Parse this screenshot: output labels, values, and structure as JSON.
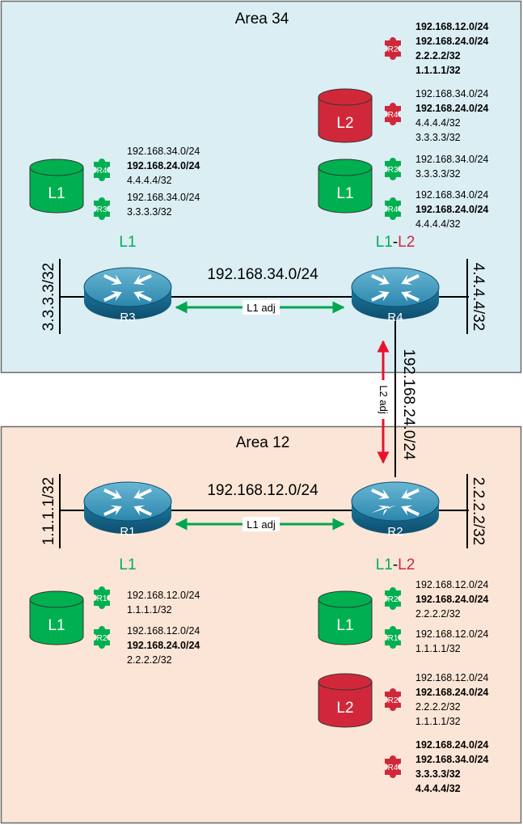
{
  "areas": {
    "area34": {
      "label": "Area 34"
    },
    "area12": {
      "label": "Area 12"
    }
  },
  "routers": {
    "r1": {
      "label": "R1",
      "level": "L1",
      "loopback": "1.1.1.1/32"
    },
    "r2": {
      "label": "R2",
      "level_l1": "L1",
      "level_sep": "-",
      "level_l2": "L2",
      "loopback": "2.2.2.2/32"
    },
    "r3": {
      "label": "R3",
      "level": "L1",
      "loopback": "3.3.3.3/32"
    },
    "r4": {
      "label": "R4",
      "level_l1": "L1",
      "level_sep": "-",
      "level_l2": "L2",
      "loopback": "4.4.4.4/32"
    }
  },
  "links": {
    "r3_r4": {
      "subnet": "192.168.34.0/24",
      "adjacency": "L1 adj"
    },
    "r1_r2": {
      "subnet": "192.168.12.0/24",
      "adjacency": "L1 adj"
    },
    "r4_r2": {
      "subnet": "192.168.24.0/24",
      "adjacency": "L2 adj"
    }
  },
  "databases": {
    "r3_l1": {
      "label": "L1",
      "lsps": [
        {
          "router": "R4",
          "entries": [
            {
              "text": "192.168.34.0/24",
              "bold": false
            },
            {
              "text": "192.168.24.0/24",
              "bold": true
            },
            {
              "text": "4.4.4.4/32",
              "bold": false
            }
          ]
        },
        {
          "router": "R3",
          "entries": [
            {
              "text": "192.168.34.0/24",
              "bold": false
            },
            {
              "text": "3.3.3.3/32",
              "bold": false
            }
          ]
        }
      ]
    },
    "r4_l2": {
      "label": "L2",
      "lsps": [
        {
          "router": "R2",
          "entries": [
            {
              "text": "192.168.12.0/24",
              "bold": true
            },
            {
              "text": "192.168.24.0/24",
              "bold": true
            },
            {
              "text": "2.2.2.2/32",
              "bold": true
            },
            {
              "text": "1.1.1.1/32",
              "bold": true
            }
          ]
        },
        {
          "router": "R4",
          "entries": [
            {
              "text": "192.168.34.0/24",
              "bold": false
            },
            {
              "text": "192.168.24.0/24",
              "bold": true
            },
            {
              "text": "4.4.4.4/32",
              "bold": false
            },
            {
              "text": "3.3.3.3/32",
              "bold": false
            }
          ]
        }
      ]
    },
    "r4_l1": {
      "label": "L1",
      "lsps": [
        {
          "router": "R3",
          "entries": [
            {
              "text": "192.168.34.0/24",
              "bold": false
            },
            {
              "text": "3.3.3.3/32",
              "bold": false
            }
          ]
        },
        {
          "router": "R4",
          "entries": [
            {
              "text": "192.168.34.0/24",
              "bold": false
            },
            {
              "text": "192.168.24.0/24",
              "bold": true
            },
            {
              "text": "4.4.4.4/32",
              "bold": false
            }
          ]
        }
      ]
    },
    "r1_l1": {
      "label": "L1",
      "lsps": [
        {
          "router": "R1",
          "entries": [
            {
              "text": "192.168.12.0/24",
              "bold": false
            },
            {
              "text": "1.1.1.1/32",
              "bold": false
            }
          ]
        },
        {
          "router": "R2",
          "entries": [
            {
              "text": "192.168.12.0/24",
              "bold": false
            },
            {
              "text": "192.168.24.0/24",
              "bold": true
            },
            {
              "text": "2.2.2.2/32",
              "bold": false
            }
          ]
        }
      ]
    },
    "r2_l1": {
      "label": "L1",
      "lsps": [
        {
          "router": "R2",
          "entries": [
            {
              "text": "192.168.12.0/24",
              "bold": false
            },
            {
              "text": "192.168.24.0/24",
              "bold": true
            },
            {
              "text": "2.2.2.2/32",
              "bold": false
            }
          ]
        },
        {
          "router": "R1",
          "entries": [
            {
              "text": "192.168.12.0/24",
              "bold": false
            },
            {
              "text": "1.1.1.1/32",
              "bold": false
            }
          ]
        }
      ]
    },
    "r2_l2": {
      "label": "L2",
      "lsps": [
        {
          "router": "R2",
          "entries": [
            {
              "text": "192.168.12.0/24",
              "bold": false
            },
            {
              "text": "192.168.24.0/24",
              "bold": true
            },
            {
              "text": "2.2.2.2/32",
              "bold": false
            },
            {
              "text": "1.1.1.1/32",
              "bold": false
            }
          ]
        },
        {
          "router": "R4",
          "entries": [
            {
              "text": "192.168.24.0/24",
              "bold": true
            },
            {
              "text": "192.168.34.0/24",
              "bold": true
            },
            {
              "text": "3.3.3.3/32",
              "bold": true
            },
            {
              "text": "4.4.4.4/32",
              "bold": true
            }
          ]
        }
      ]
    }
  },
  "colors": {
    "area34_fill": "#dbeef4",
    "area12_fill": "#fbe5d6",
    "l1_green": "#00b050",
    "l2_red": "#d0283a",
    "adj_green": "#00a650",
    "adj_red": "#e8132b",
    "router_blue": "#1b6f94"
  }
}
